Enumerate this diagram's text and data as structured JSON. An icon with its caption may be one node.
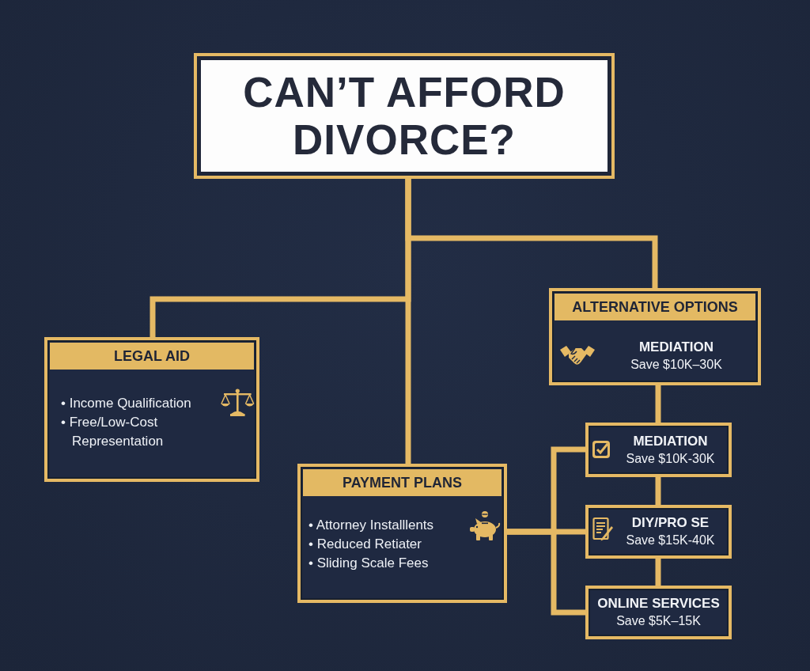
{
  "diagram": {
    "nodes": [
      {
        "text": [
          "CAN’T AFFORD DIVORCE?"
        ]
      },
      {
        "text": [
          "LEGAL AID",
          "• Income Qualification",
          "• Free/Low-Cost Representation"
        ]
      },
      {
        "text": [
          "PAYMENT PLANS",
          "• Attorney Installlents",
          "• Reduced Retiater",
          "• Sliding Scale Fees"
        ]
      },
      {
        "text": [
          "ALTERNATIVE OPTIONS",
          "MEDIATION",
          "Save $10K–30K"
        ]
      },
      {
        "text": [
          "MEDIATION",
          "Save $10K-30K"
        ]
      },
      {
        "text": [
          "DIY/PRO SE",
          "Save $15K-40K"
        ]
      },
      {
        "text": [
          "ONLINE SERVICES",
          "Save $5K–15K"
        ]
      }
    ],
    "edges": [
      {
        "from": 0,
        "to": 1,
        "arrow": "none"
      },
      {
        "from": 0,
        "to": 2,
        "arrow": "none"
      },
      {
        "from": 0,
        "to": 3,
        "arrow": "none"
      },
      {
        "from": 3,
        "to": 4,
        "arrow": "none"
      },
      {
        "from": 4,
        "to": 5,
        "arrow": "none"
      },
      {
        "from": 5,
        "to": 6,
        "arrow": "none"
      },
      {
        "from": 2,
        "to": 4,
        "arrow": "none"
      },
      {
        "from": 2,
        "to": 5,
        "arrow": "none"
      },
      {
        "from": 2,
        "to": 6,
        "arrow": "none"
      }
    ]
  }
}
